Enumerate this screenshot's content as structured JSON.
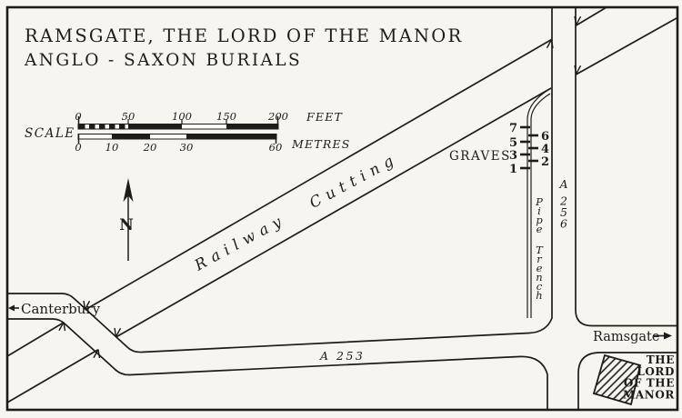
{
  "colors": {
    "paper": "#f6f5f0",
    "ink": "#1d1c1a"
  },
  "title": {
    "line1": "RAMSGATE, THE LORD OF THE MANOR",
    "line2": "ANGLO - SAXON BURIALS"
  },
  "scale_bar": {
    "label": "SCALE",
    "feet": {
      "unit": "FEET",
      "ticks": [
        "0",
        "50",
        "100",
        "150",
        "200"
      ]
    },
    "metres": {
      "unit": "METRES",
      "ticks": [
        "0",
        "10",
        "20",
        "30",
        "60"
      ]
    }
  },
  "compass": {
    "north": "N"
  },
  "railway": {
    "label": "Railway Cutting"
  },
  "graves": {
    "label": "GRAVES",
    "left": [
      "7",
      "5",
      "3",
      "1"
    ],
    "right": [
      "6",
      "4",
      "2"
    ]
  },
  "pipe_trench": {
    "label": "Pipe Trench"
  },
  "roads": {
    "a256": "A 256",
    "a253": "A 253"
  },
  "directions": {
    "canterbury": "Canterbury",
    "ramsgate": "Ramsgate"
  },
  "icons": {
    "canterbury": "left-arrow-icon",
    "ramsgate": "right-arrow-icon",
    "compass": "north-arrow-icon"
  },
  "site_box": {
    "line1": "THE",
    "line2": "LORD",
    "line3": "OF THE",
    "line4": "MANOR"
  }
}
